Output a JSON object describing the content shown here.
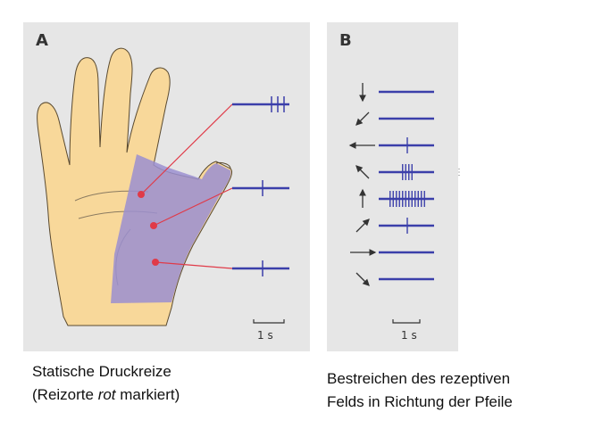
{
  "panel_a": {
    "letter": "A",
    "scale_label": "1 s",
    "receptive_field_color": "#9b8fd0",
    "hand_color": "#f8d89a",
    "marker_color": "#e03a48",
    "line_color": "#3b3faa",
    "trains": [
      {
        "spikes": 3
      },
      {
        "spikes": 1
      },
      {
        "spikes": 1
      }
    ]
  },
  "panel_b": {
    "letter": "B",
    "scale_label": "1 s",
    "rows": [
      {
        "arrow": "down-arrow",
        "spikes": 0
      },
      {
        "arrow": "down-left-arrow",
        "spikes": 0
      },
      {
        "arrow": "left-arrow",
        "spikes": 1
      },
      {
        "arrow": "up-left-arrow",
        "spikes": 4
      },
      {
        "arrow": "up-arrow",
        "spikes": 12
      },
      {
        "arrow": "up-right-arrow",
        "spikes": 1
      },
      {
        "arrow": "right-arrow",
        "spikes": 0
      },
      {
        "arrow": "down-right-arrow",
        "spikes": 0
      }
    ]
  },
  "stray_mark": "⋮",
  "captions": {
    "left_line1": "Statische Druckreize",
    "left_line2_prefix": "(Reizorte ",
    "left_line2_emph": "rot",
    "left_line2_suffix": " markiert)",
    "right_line1": "Bestreichen des rezeptiven",
    "right_line2": "Felds in Richtung der Pfeile"
  }
}
